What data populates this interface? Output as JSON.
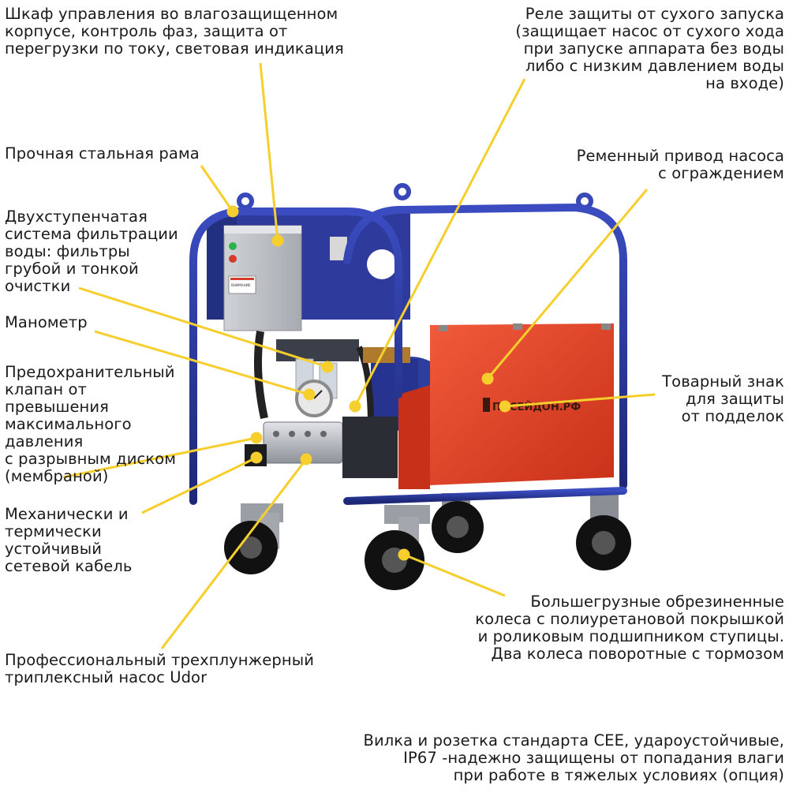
{
  "callouts": {
    "control_cabinet": "Шкаф управления во влагозащищенном\nкорпусе, контроль фаз, защита от\nперегрузки по току, световая индикация",
    "dry_run_relay": "Реле защиты от сухого запуска\n(защищает насос от сухого хода\nпри запуске аппарата без воды\nлибо с низким давлением воды\nна входе)",
    "steel_frame": "Прочная стальная рама",
    "belt_drive": "Ременный привод насоса\nс ограждением",
    "filtration": "Двухступенчатая\nсистема фильтрации\nводы: фильтры\nгрубой и тонкой\nочистки",
    "manometer": "Манометр",
    "safety_valve": "Предохранительный\nклапан от\nпревышения\nмаксимального\nдавления\nс разрывным диском\n(мембраной)",
    "trademark": "Товарный знак\nдля защиты\nот подделок",
    "power_cable": "Механически и\nтермически\nустойчивый\nсетевой кабель",
    "wheels": "Большегрузные обрезиненные\nколеса с полиуретановой покрышкой\nи роликовым подшипником ступицы.\nДва колеса поворотные с тормозом",
    "pump": "Профессиональный трехплунжерный\nтриплексный насос Udor",
    "plug_socket": "Вилка и розетка стандарта CEE, удароустойчивые,\nIP67 -надежно защищены от попадания влаги\nпри работе в тяжелых условиях (опция)"
  },
  "product": {
    "brand_text": "ПОСЕЙДОН.РФ",
    "cabinet_sticker_text": "ВНИМАНИЕ"
  },
  "colors": {
    "frame_blue": "#2c3a9a",
    "guard_red": "#e8462b",
    "leader_yellow": "#f6cf2d"
  },
  "icons": {
    "frame": "tubular-frame-icon",
    "wheel": "caster-wheel-icon"
  }
}
